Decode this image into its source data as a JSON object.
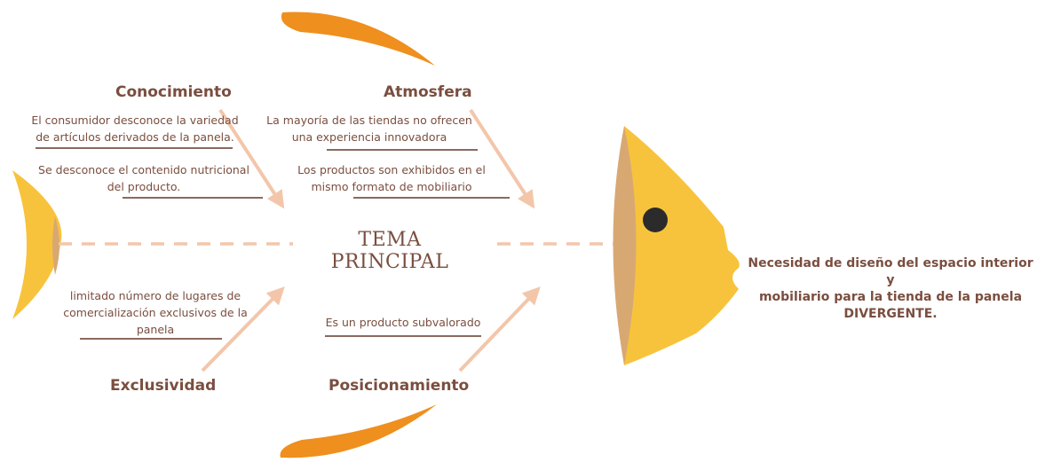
{
  "diagram": {
    "main_topic": "TEMA PRINCIPAL",
    "problem": {
      "line1": "Necesidad de diseño del espacio interior y",
      "line2": "mobiliario para la tienda de la panela",
      "line3": "DIVERGENTE."
    },
    "categories": {
      "conocimiento": {
        "label": "Conocimiento",
        "causes": [
          {
            "line1": "El consumidor desconoce la variedad",
            "line2": "de artículos derivados de la panela."
          },
          {
            "line1": "Se desconoce el contenido nutricional",
            "line2": "del producto."
          }
        ]
      },
      "atmosfera": {
        "label": "Atmosfera",
        "causes": [
          {
            "line1": "La mayoría de las tiendas no ofrecen",
            "line2": "una experiencia innovadora"
          },
          {
            "line1": "Los productos son exhibidos en el",
            "line2": "mismo formato de mobiliario"
          }
        ]
      },
      "exclusividad": {
        "label": "Exclusividad",
        "causes": [
          {
            "line1": "limitado número de lugares de",
            "line2": "comercialización exclusivos de la",
            "line3": "panela"
          }
        ]
      },
      "posicionamiento": {
        "label": "Posicionamiento",
        "causes": [
          {
            "line1": "Es un producto subvalorado"
          }
        ]
      }
    },
    "colors": {
      "text": "#7a4e3f",
      "arrow": "#f3c6aa",
      "underline": "#8a6a60",
      "fin_orange": "#ef8f1e",
      "body_yellow": "#f8c33c",
      "face_tan": "#d8a873",
      "eye": "#2b2b2b"
    }
  }
}
